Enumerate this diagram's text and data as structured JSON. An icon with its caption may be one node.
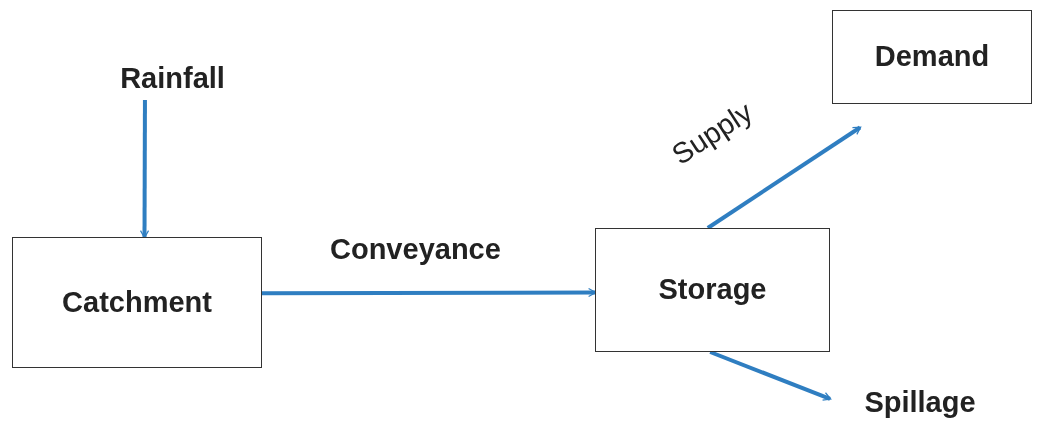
{
  "diagram": {
    "nodes": [
      {
        "text": [
          "Rainfall"
        ]
      },
      {
        "text": [
          "Catchment"
        ]
      },
      {
        "text": [
          "Storage"
        ]
      },
      {
        "text": [
          "Demand"
        ]
      },
      {
        "text": [
          "Spillage"
        ]
      }
    ],
    "edges": [
      {
        "from": 0,
        "to": 1,
        "arrow": "to"
      },
      {
        "from": 1,
        "to": 2,
        "arrow": "to",
        "label": "Conveyance"
      },
      {
        "from": 2,
        "to": 3,
        "arrow": "to",
        "label": "Supply"
      },
      {
        "from": 2,
        "to": 4,
        "arrow": "to"
      }
    ]
  }
}
